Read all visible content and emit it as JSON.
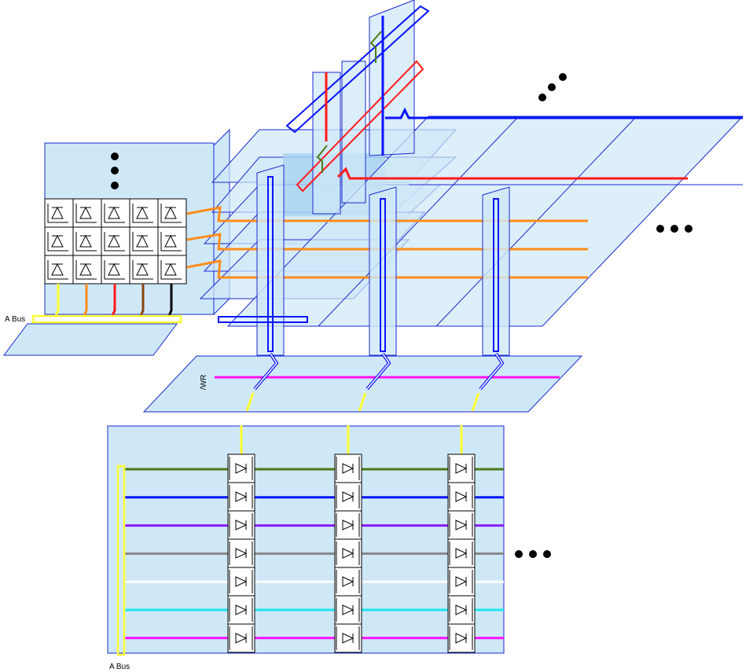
{
  "labels": {
    "a_bus_top": "A Bus",
    "a_bus_bottom": "A Bus",
    "wr": "/WR"
  },
  "colors": {
    "panel_fill": "#cfe8f8",
    "panel_fill_dark": "#a9d3f0",
    "panel_stroke": "#1a2ad0",
    "bus_yellow": "#ffff33",
    "orange": "#ff8c1a",
    "red": "#ff1a1a",
    "blue": "#0a14ff",
    "magenta": "#ff10ff",
    "green": "#4a7a14",
    "purple": "#8a1aff",
    "gray": "#888888",
    "white": "#ffffff",
    "cyan": "#1ae6f0",
    "brown": "#8b4513",
    "black": "#000000"
  },
  "register_file_lines": [
    "green",
    "blue",
    "purple",
    "gray",
    "white",
    "cyan",
    "magenta"
  ],
  "upper_bits": [
    "yellow",
    "orange",
    "red",
    "brown",
    "black"
  ],
  "ellipsis_icons": [
    "vertical-dots",
    "upper-right-dots",
    "middle-right-dots",
    "bottom-right-dots"
  ]
}
